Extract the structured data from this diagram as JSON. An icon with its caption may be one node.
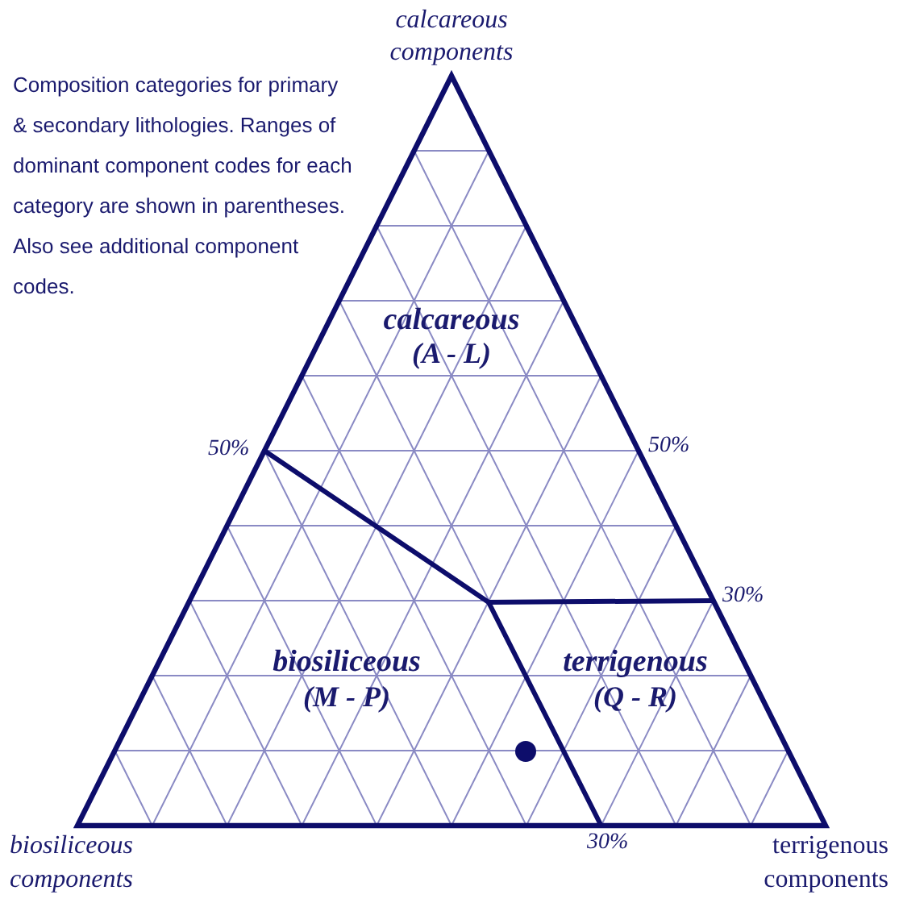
{
  "diagram": {
    "labels": [
      "Composition categories for primary & secondary lithologies. Ranges of dominant component codes for each category are shown in parentheses.  Also see additional component codes.",
      "calcareous components",
      "calcareous",
      "(A - L)",
      "50%",
      "50%",
      "30%",
      "biosiliceous",
      "(M - P)",
      "terrigenous",
      "(Q - R)",
      "biosiliceous components",
      "30%",
      "terrigenous components"
    ]
  }
}
